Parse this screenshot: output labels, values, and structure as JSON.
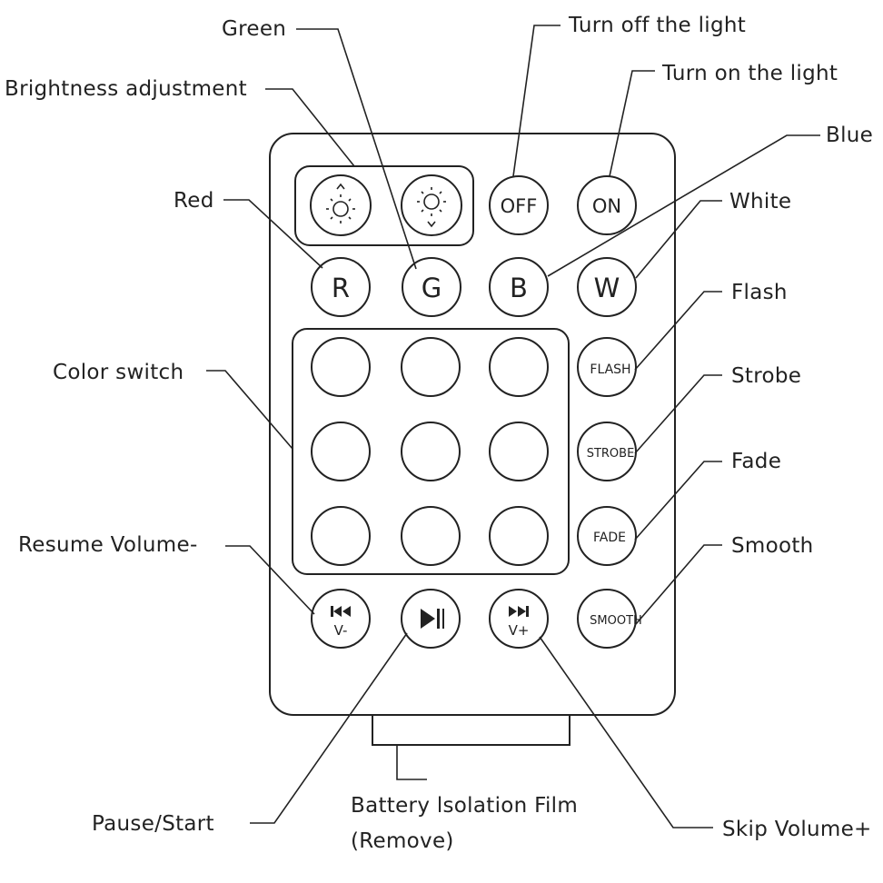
{
  "callouts": {
    "green": "Green",
    "turn_off": "Turn off the light",
    "turn_on": "Turn on the light",
    "brightness": "Brightness adjustment",
    "blue": "Blue",
    "red": "Red",
    "white": "White",
    "flash": "Flash",
    "color_switch": "Color switch",
    "strobe": "Strobe",
    "fade": "Fade",
    "resume_volume": "Resume Volume-",
    "smooth": "Smooth",
    "pause_start": "Pause/Start",
    "battery_line1": "Battery lsolation Film",
    "battery_line2": "(Remove)",
    "skip_volume": "Skip Volume+"
  },
  "buttons": {
    "off": "OFF",
    "on": "ON",
    "r": "R",
    "g": "G",
    "b": "B",
    "w": "W",
    "flash": "FLASH",
    "strobe": "STROBE",
    "fade": "FADE",
    "smooth": "SMOOTH",
    "vminus": "V-",
    "vplus": "V+"
  },
  "icons": [
    "brightness-up-icon",
    "brightness-down-icon",
    "previous-track-icon",
    "play-pause-icon",
    "next-track-icon"
  ],
  "colors": {
    "line": "#222222",
    "background": "#ffffff"
  }
}
